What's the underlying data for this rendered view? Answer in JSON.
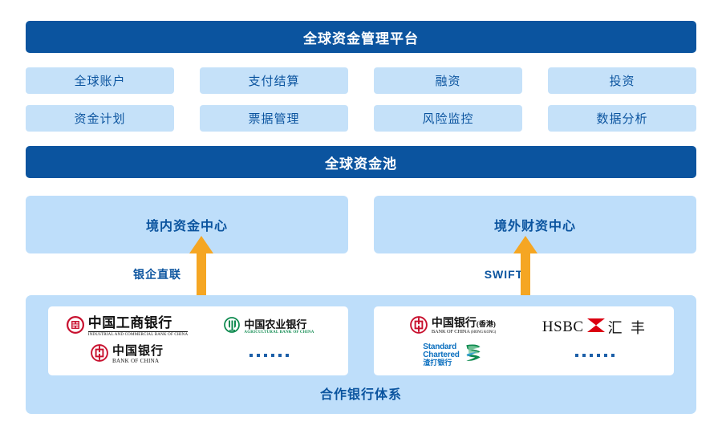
{
  "platform": {
    "title": "全球资金管理平台"
  },
  "modules": [
    {
      "label": "全球账户"
    },
    {
      "label": "支付结算"
    },
    {
      "label": "融资"
    },
    {
      "label": "投资"
    },
    {
      "label": "资金计划"
    },
    {
      "label": "票据管理"
    },
    {
      "label": "风险监控"
    },
    {
      "label": "数据分析"
    }
  ],
  "pool": {
    "title": "全球资金池"
  },
  "centers": [
    {
      "label": "境内资金中心"
    },
    {
      "label": "境外财资中心"
    }
  ],
  "connectors": [
    {
      "label": "银企直联",
      "icon": "double-headed-vertical-arrow-icon"
    },
    {
      "label": "SWIFT",
      "icon": "double-headed-vertical-arrow-icon"
    }
  ],
  "bank_tier": {
    "caption": "合作银行体系",
    "domestic_banks": [
      {
        "id": "icbc",
        "cn": "中国工商银行",
        "en": "INDUSTRIAL AND COMMERCIAL BANK OF CHINA",
        "mark": "icbc-logo-icon",
        "color": "#C8102E"
      },
      {
        "id": "abc",
        "cn": "中国农业银行",
        "en": "AGRICULTURAL BANK OF CHINA",
        "mark": "abc-logo-icon",
        "color": "#0E8A4F"
      },
      {
        "id": "boc",
        "cn": "中国银行",
        "en": "BANK OF CHINA",
        "mark": "boc-logo-icon",
        "color": "#C8102E"
      },
      {
        "id": "more-domestic",
        "cn": "······",
        "mark": "ellipsis-dots-icon"
      }
    ],
    "overseas_banks": [
      {
        "id": "bochk",
        "cn": "中国银行",
        "cn_sub": "(香港)",
        "en": "BANK OF CHINA",
        "en_sub": "(HONG KONG)",
        "mark": "boc-logo-icon",
        "color": "#C8102E"
      },
      {
        "id": "hsbc",
        "en": "HSBC",
        "cn": "汇 丰",
        "mark": "hsbc-hexagon-icon",
        "color": "#DB0011"
      },
      {
        "id": "standard-chartered",
        "en_line1": "Standard",
        "en_line2": "Chartered",
        "cn": "渣打银行",
        "mark": "standard-chartered-logo-icon",
        "color": "#0B6FBF"
      },
      {
        "id": "more-overseas",
        "cn": "······",
        "mark": "ellipsis-dots-icon"
      }
    ]
  },
  "colors": {
    "banner_blue": "#0B549F",
    "module_blue": "#C5E1F9",
    "panel_blue": "#BEDEFA",
    "arrow_orange": "#F5A623",
    "text_blue": "#0B549F"
  }
}
